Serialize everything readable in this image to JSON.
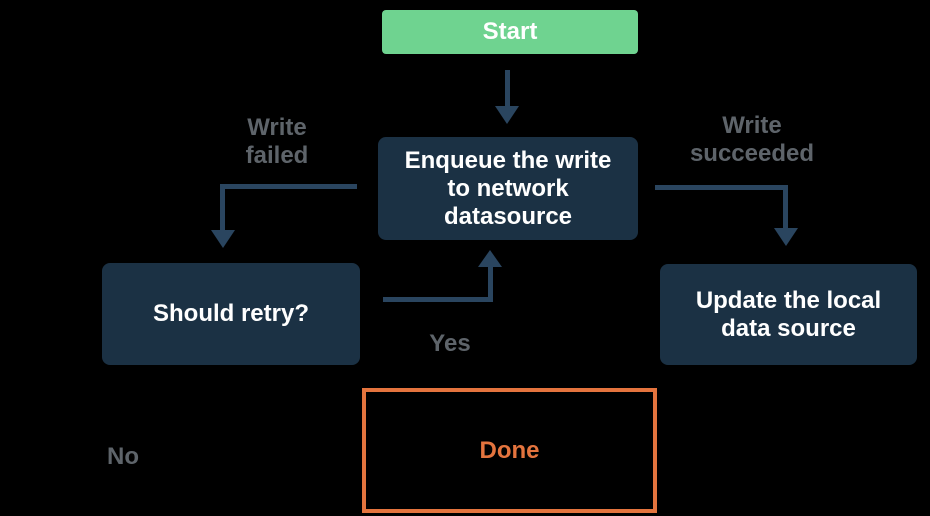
{
  "colors": {
    "background": "#000000",
    "node_fill": "#1b3144",
    "node_text": "#ffffff",
    "start_fill": "#6fd390",
    "arrow": "#2a455f",
    "label_text": "#5e646a",
    "done_accent": "#e4743e"
  },
  "nodes": {
    "start": {
      "label": "Start"
    },
    "enqueue": {
      "label": "Enqueue the write to network datasource"
    },
    "should_retry": {
      "label": "Should retry?"
    },
    "update_local": {
      "label": "Update the local data source"
    },
    "done": {
      "label": "Done"
    }
  },
  "edge_labels": {
    "write_failed": "Write failed",
    "write_succeeded": "Write succeeded",
    "yes": "Yes",
    "no": "No"
  }
}
